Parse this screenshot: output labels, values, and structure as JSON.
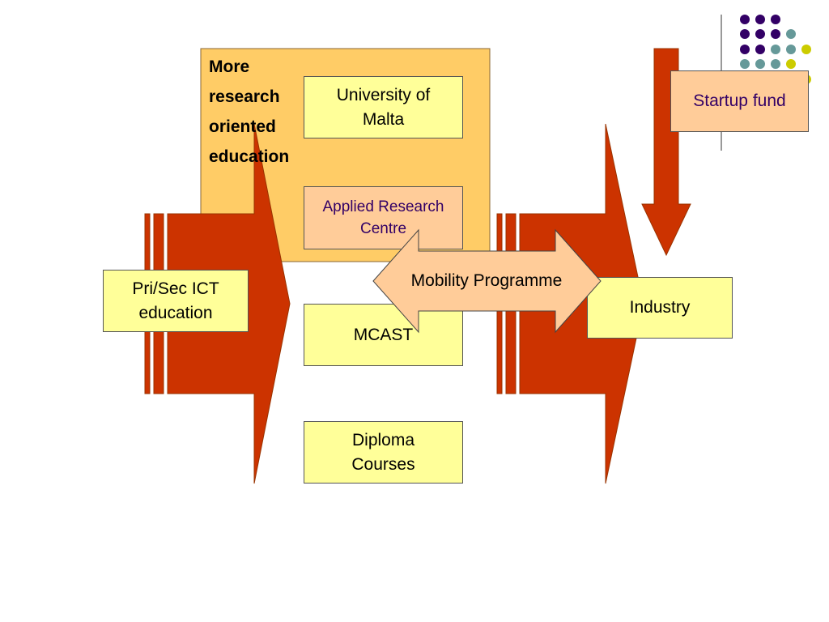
{
  "colors": {
    "arrow_red": "#cc3300",
    "arrow_outline": "#993300",
    "orange_panel": "#ffcc66",
    "box_yellow": "#ffff99",
    "box_peach": "#ffcc99",
    "dot_purple": "#330066",
    "dot_teal": "#669999",
    "dot_yellow": "#cccc00",
    "text_purple": "#330066"
  },
  "research_panel": {
    "lines": [
      "More",
      "research",
      "oriented",
      "education"
    ]
  },
  "boxes": {
    "university": "University of Malta",
    "applied_research": "Applied Research Centre",
    "mcast": "MCAST",
    "diploma": "Diploma Courses",
    "pri_sec": "Pri/Sec ICT education",
    "industry": "Industry",
    "startup_fund": "Startup fund"
  },
  "mobility": {
    "label": "Mobility Programme"
  },
  "icons": {
    "corner_decoration": "dot-grid-icon"
  }
}
